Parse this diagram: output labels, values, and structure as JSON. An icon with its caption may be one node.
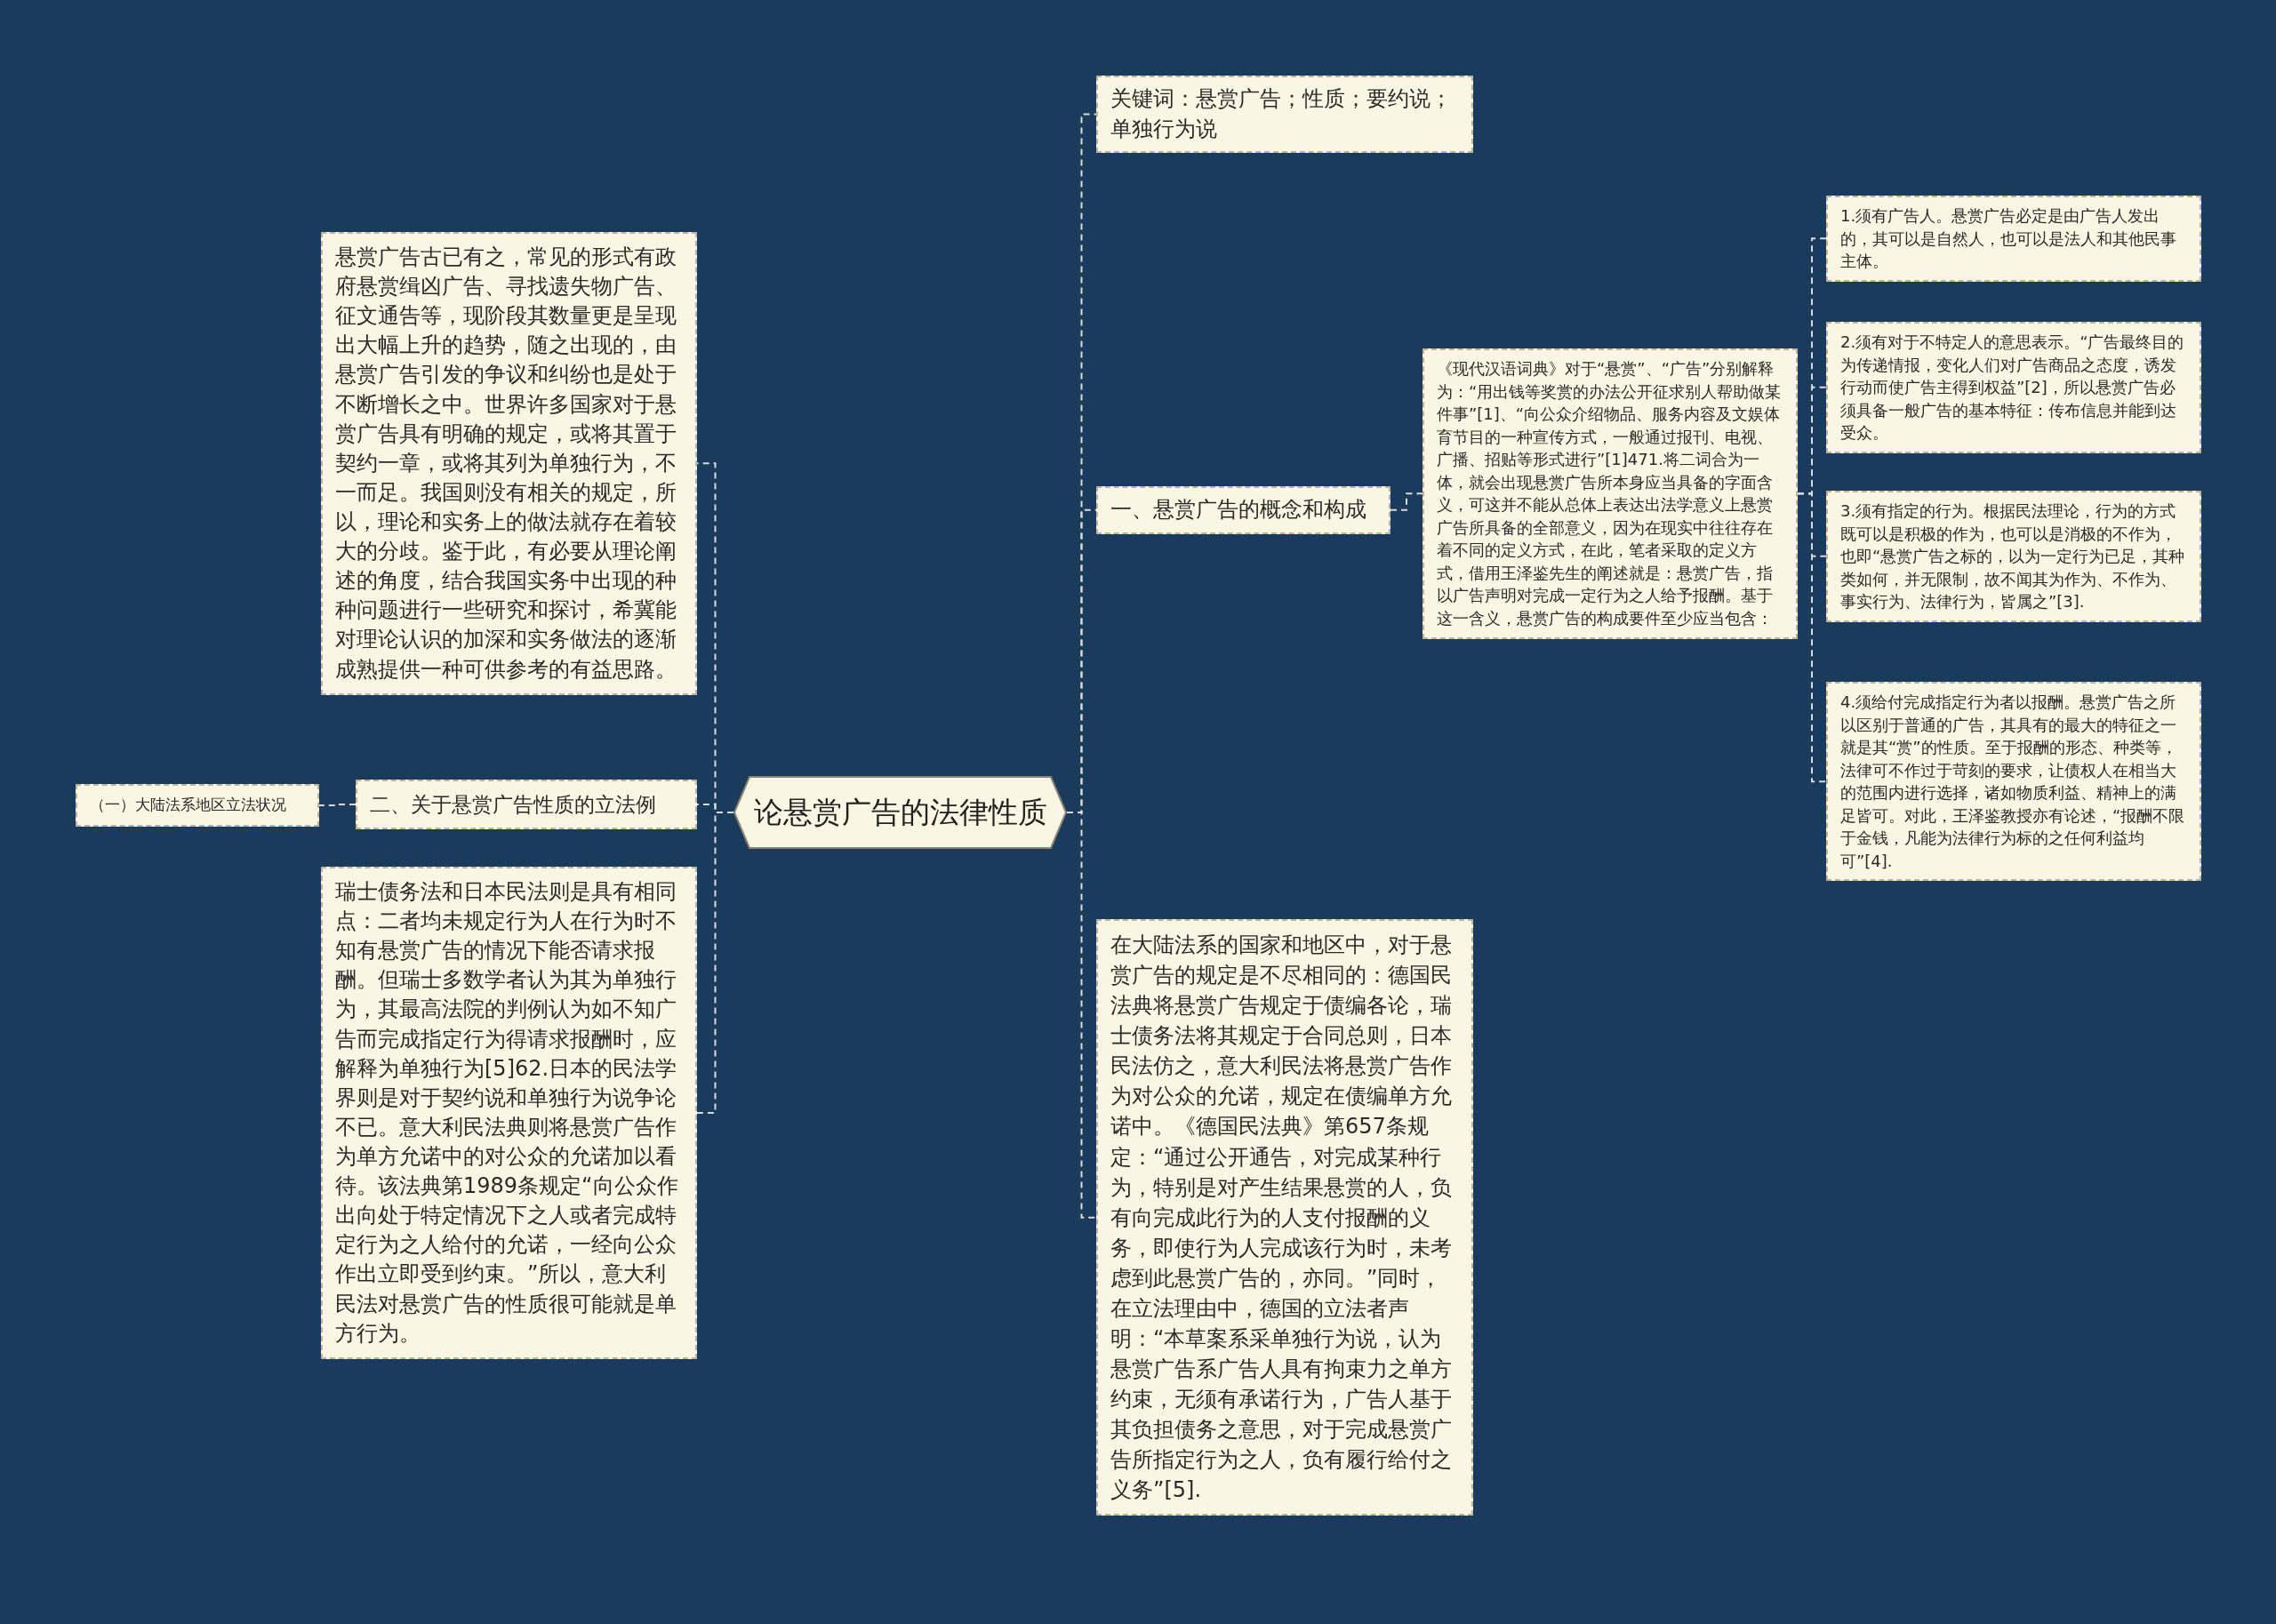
{
  "diagram": {
    "nodes": [
      {
        "text": [
          "论悬赏广告的法律性质"
        ]
      },
      {
        "text": [
          "关键词：悬赏广告；性质；要约说；单独行为说"
        ]
      },
      {
        "text": [
          "一、悬赏广告的概念和构成"
        ]
      },
      {
        "text": [
          "《现代汉语词典》对于“悬赏”、“广告”分别解释为：“用出钱等奖赏的办法公开征求别人帮助做某件事”[1]、“向公众介绍物品、服务内容及文娱体育节目的一种宣传方式，一般通过报刊、电视、广播、招贴等形式进行”[1]471.将二词合为一体，就会出现悬赏广告所本身应当具备的字面含义，可这并不能从总体上表达出法学意义上悬赏广告所具备的全部意义，因为在现实中往往存在着不同的定义方式，在此，笔者采取的定义方式，借用王泽鉴先生的阐述就是：悬赏广告，指以广告声明对完成一定行为之人给予报酬。基于这一含义，悬赏广告的构成要件至少应当包含："
        ]
      },
      {
        "text": [
          "1.须有广告人。悬赏广告必定是由广告人发出的，其可以是自然人，也可以是法人和其他民事主体。"
        ]
      },
      {
        "text": [
          "2.须有对于不特定人的意思表示。“广告最终目的为传递情报，变化人们对广告商品之态度，诱发行动而使广告主得到权益”[2]，所以悬赏广告必须具备一般广告的基本特征：传布信息并能到达受众。"
        ]
      },
      {
        "text": [
          "3.须有指定的行为。根据民法理论，行为的方式既可以是积极的作为，也可以是消极的不作为，也即“悬赏广告之标的，以为一定行为已足，其种类如何，并无限制，故不闻其为作为、不作为、事实行为、法律行为，皆属之”[3]."
        ]
      },
      {
        "text": [
          "4.须给付完成指定行为者以报酬。悬赏广告之所以区别于普通的广告，其具有的最大的特征之一就是其“赏”的性质。至于报酬的形态、种类等，法律可不作过于苛刻的要求，让债权人在相当大的范围内进行选择，诸如物质利益、精神上的满足皆可。对此，王泽鉴教授亦有论述，“报酬不限于金钱，凡能为法律行为标的之任何利益均可”[4]."
        ]
      },
      {
        "text": [
          "在大陆法系的国家和地区中，对于悬赏广告的规定是不尽相同的：德国民法典将悬赏广告规定于债编各论，瑞士债务法将其规定于合同总则，日本民法仿之，意大利民法将悬赏广告作为对公众的允诺，规定在债编单方允诺中。《德国民法典》第657条规定：“通过公开通告，对完成某种行为，特别是对产生结果悬赏的人，负有向完成此行为的人支付报酬的义务，即使行为人完成该行为时，未考虑到此悬赏广告的，亦同。”同时，在立法理由中，德国的立法者声明：“本草案系采单独行为说，认为悬赏广告系广告人具有拘束力之单方约束，无须有承诺行为，广告人基于其负担债务之意思，对于完成悬赏广告所指定行为之人，负有履行给付之义务”[5]."
        ]
      },
      {
        "text": [
          "悬赏广告古已有之，常见的形式有政府悬赏缉凶广告、寻找遗失物广告、征文通告等，现阶段其数量更是呈现出大幅上升的趋势，随之出现的，由悬赏广告引发的争议和纠纷也是处于不断增长之中。世界许多国家对于悬赏广告具有明确的规定，或将其置于契约一章，或将其列为单独行为，不一而足。我国则没有相关的规定，所以，理论和实务上的做法就存在着较大的分歧。鉴于此，有必要从理论阐述的角度，结合我国实务中出现的种种问题进行一些研究和探讨，希冀能对理论认识的加深和实务做法的逐渐成熟提供一种可供参考的有益思路。"
        ]
      },
      {
        "text": [
          "二、关于悬赏广告性质的立法例"
        ]
      },
      {
        "text": [
          "（一）大陆法系地区立法状况"
        ]
      },
      {
        "text": [
          "瑞士债务法和日本民法则是具有相同点：二者均未规定行为人在行为时不知有悬赏广告的情况下能否请求报酬。但瑞士多数学者认为其为单独行为，其最高法院的判例认为如不知广告而完成指定行为得请求报酬时，应解释为单独行为[5]62.日本的民法学界则是对于契约说和单独行为说争论不已。意大利民法典则将悬赏广告作为单方允诺中的对公众的允诺加以看待。该法典第1989条规定“向公众作出向处于特定情况下之人或者完成特定行为之人给付的允诺，一经向公众作出立即受到约束。”所以，意大利民法对悬赏广告的性质很可能就是单方行为。"
        ]
      }
    ],
    "edges": [
      {
        "from": 0,
        "to": 1,
        "arrow": "none",
        "style": "dashed"
      },
      {
        "from": 0,
        "to": 2,
        "arrow": "none",
        "style": "dashed"
      },
      {
        "from": 2,
        "to": 3,
        "arrow": "none",
        "style": "dashed"
      },
      {
        "from": 3,
        "to": 4,
        "arrow": "none",
        "style": "dashed"
      },
      {
        "from": 3,
        "to": 5,
        "arrow": "none",
        "style": "dashed"
      },
      {
        "from": 3,
        "to": 6,
        "arrow": "none",
        "style": "dashed"
      },
      {
        "from": 3,
        "to": 7,
        "arrow": "none",
        "style": "dashed"
      },
      {
        "from": 0,
        "to": 8,
        "arrow": "none",
        "style": "dashed"
      },
      {
        "from": 0,
        "to": 9,
        "arrow": "none",
        "style": "dashed"
      },
      {
        "from": 0,
        "to": 10,
        "arrow": "none",
        "style": "dashed"
      },
      {
        "from": 10,
        "to": 11,
        "arrow": "none",
        "style": "dashed"
      },
      {
        "from": 0,
        "to": 12,
        "arrow": "none",
        "style": "dashed"
      }
    ]
  }
}
